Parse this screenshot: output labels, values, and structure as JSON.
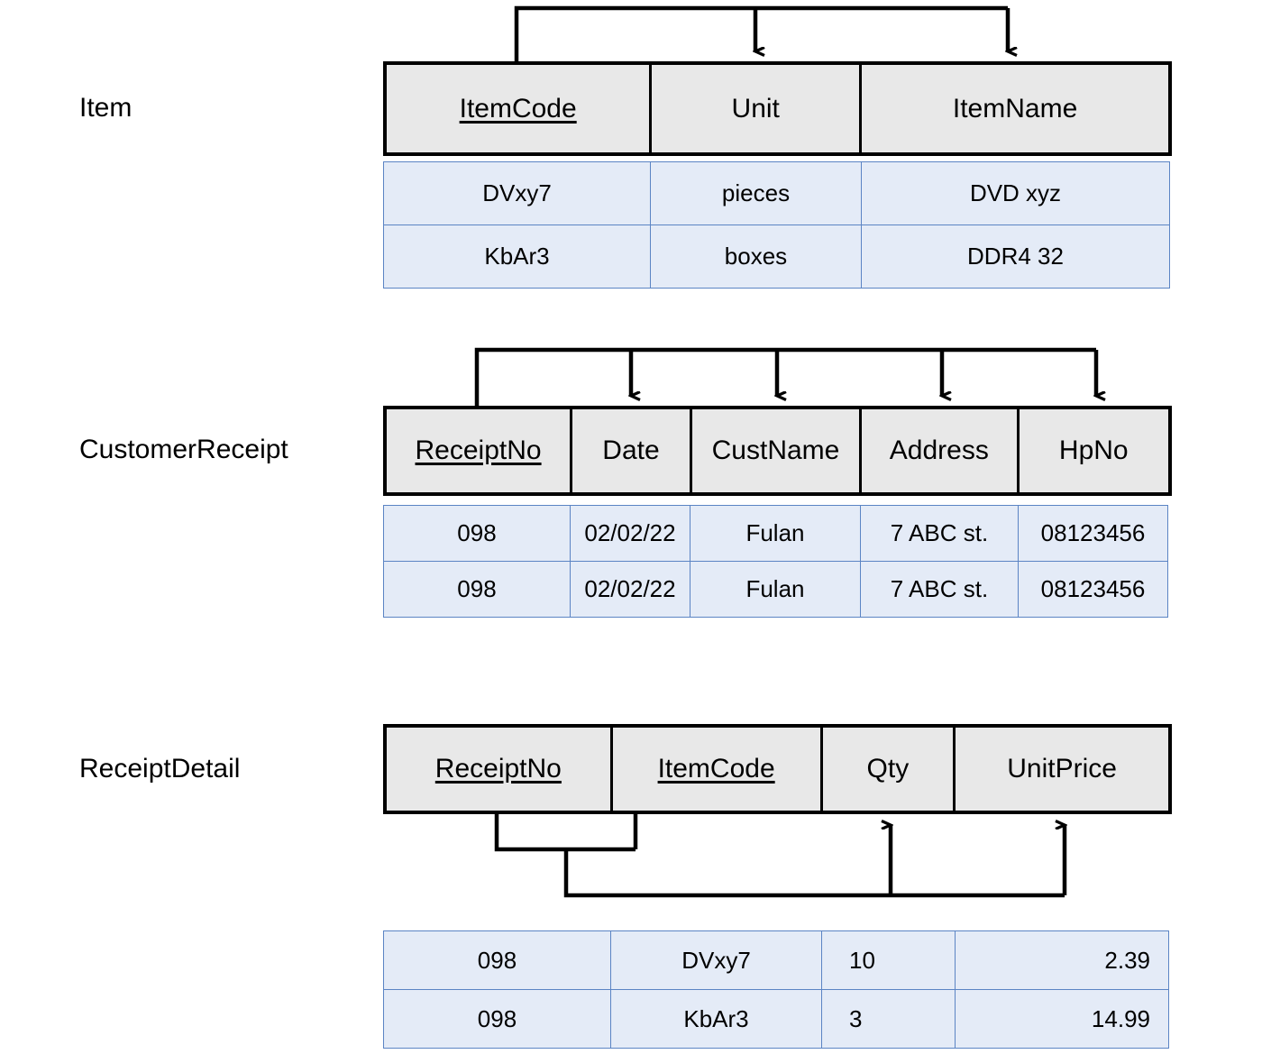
{
  "diagram": {
    "title": "Relational tables with functional dependency arrows",
    "colors": {
      "header_fill": "#e8e8e8",
      "header_border": "#000000",
      "data_fill": "#e4ebf7",
      "data_border": "#5b84c4",
      "arrow": "#000000"
    }
  },
  "entities": [
    {
      "name": "Item",
      "label": "Item",
      "columns": [
        {
          "label": "ItemCode",
          "primary_key": true
        },
        {
          "label": "Unit",
          "primary_key": false
        },
        {
          "label": "ItemName",
          "primary_key": false
        }
      ],
      "rows": [
        [
          "DVxy7",
          "pieces",
          "DVD xyz"
        ],
        [
          "KbAr3",
          "boxes",
          "DDR4 32"
        ]
      ],
      "dependency": {
        "determinant": [
          "ItemCode"
        ],
        "dependents": [
          "Unit",
          "ItemName"
        ]
      }
    },
    {
      "name": "CustomerReceipt",
      "label": "CustomerReceipt",
      "columns": [
        {
          "label": "ReceiptNo",
          "primary_key": true
        },
        {
          "label": "Date",
          "primary_key": false
        },
        {
          "label": "CustName",
          "primary_key": false
        },
        {
          "label": "Address",
          "primary_key": false
        },
        {
          "label": "HpNo",
          "primary_key": false
        }
      ],
      "rows": [
        [
          "098",
          "02/02/22",
          "Fulan",
          "7 ABC st.",
          "08123456"
        ],
        [
          "098",
          "02/02/22",
          "Fulan",
          "7 ABC st.",
          "08123456"
        ]
      ],
      "dependency": {
        "determinant": [
          "ReceiptNo"
        ],
        "dependents": [
          "Date",
          "CustName",
          "Address",
          "HpNo"
        ]
      }
    },
    {
      "name": "ReceiptDetail",
      "label": "ReceiptDetail",
      "columns": [
        {
          "label": "ReceiptNo",
          "primary_key": true
        },
        {
          "label": "ItemCode",
          "primary_key": true
        },
        {
          "label": "Qty",
          "primary_key": false
        },
        {
          "label": "UnitPrice",
          "primary_key": false
        }
      ],
      "rows": [
        [
          "098",
          "DVxy7",
          "10",
          "2.39"
        ],
        [
          "098",
          "KbAr3",
          "3",
          "14.99"
        ]
      ],
      "dependency": {
        "determinant": [
          "ReceiptNo",
          "ItemCode"
        ],
        "dependents": [
          "Qty",
          "UnitPrice"
        ]
      }
    }
  ]
}
